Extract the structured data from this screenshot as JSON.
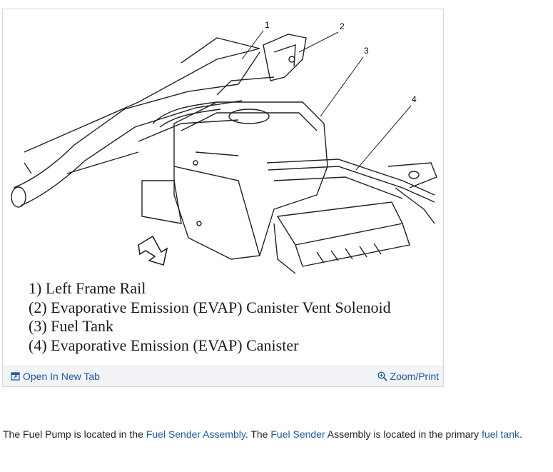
{
  "diagram": {
    "callouts": [
      "1",
      "2",
      "3",
      "4"
    ],
    "legend": [
      "1) Left Frame Rail",
      "(2) Evaporative Emission (EVAP) Canister Vent Solenoid",
      "(3) Fuel Tank",
      "(4) Evaporative Emission (EVAP) Canister"
    ]
  },
  "toolbar": {
    "open_new_tab": "Open In New Tab",
    "zoom_print": "Zoom/Print",
    "open_icon": "external-window-icon",
    "zoom_icon": "magnifier-plus-icon"
  },
  "caption": {
    "t1": "The Fuel Pump is located in the ",
    "link1": "Fuel Sender Assembly",
    "t2": ". The ",
    "link2": "Fuel Sender",
    "t3": " Assembly is located in the primary ",
    "link3": "fuel tank",
    "t4": "."
  },
  "colors": {
    "link": "#1f5aa6",
    "toolbar_bg": "#f1f3f6"
  }
}
